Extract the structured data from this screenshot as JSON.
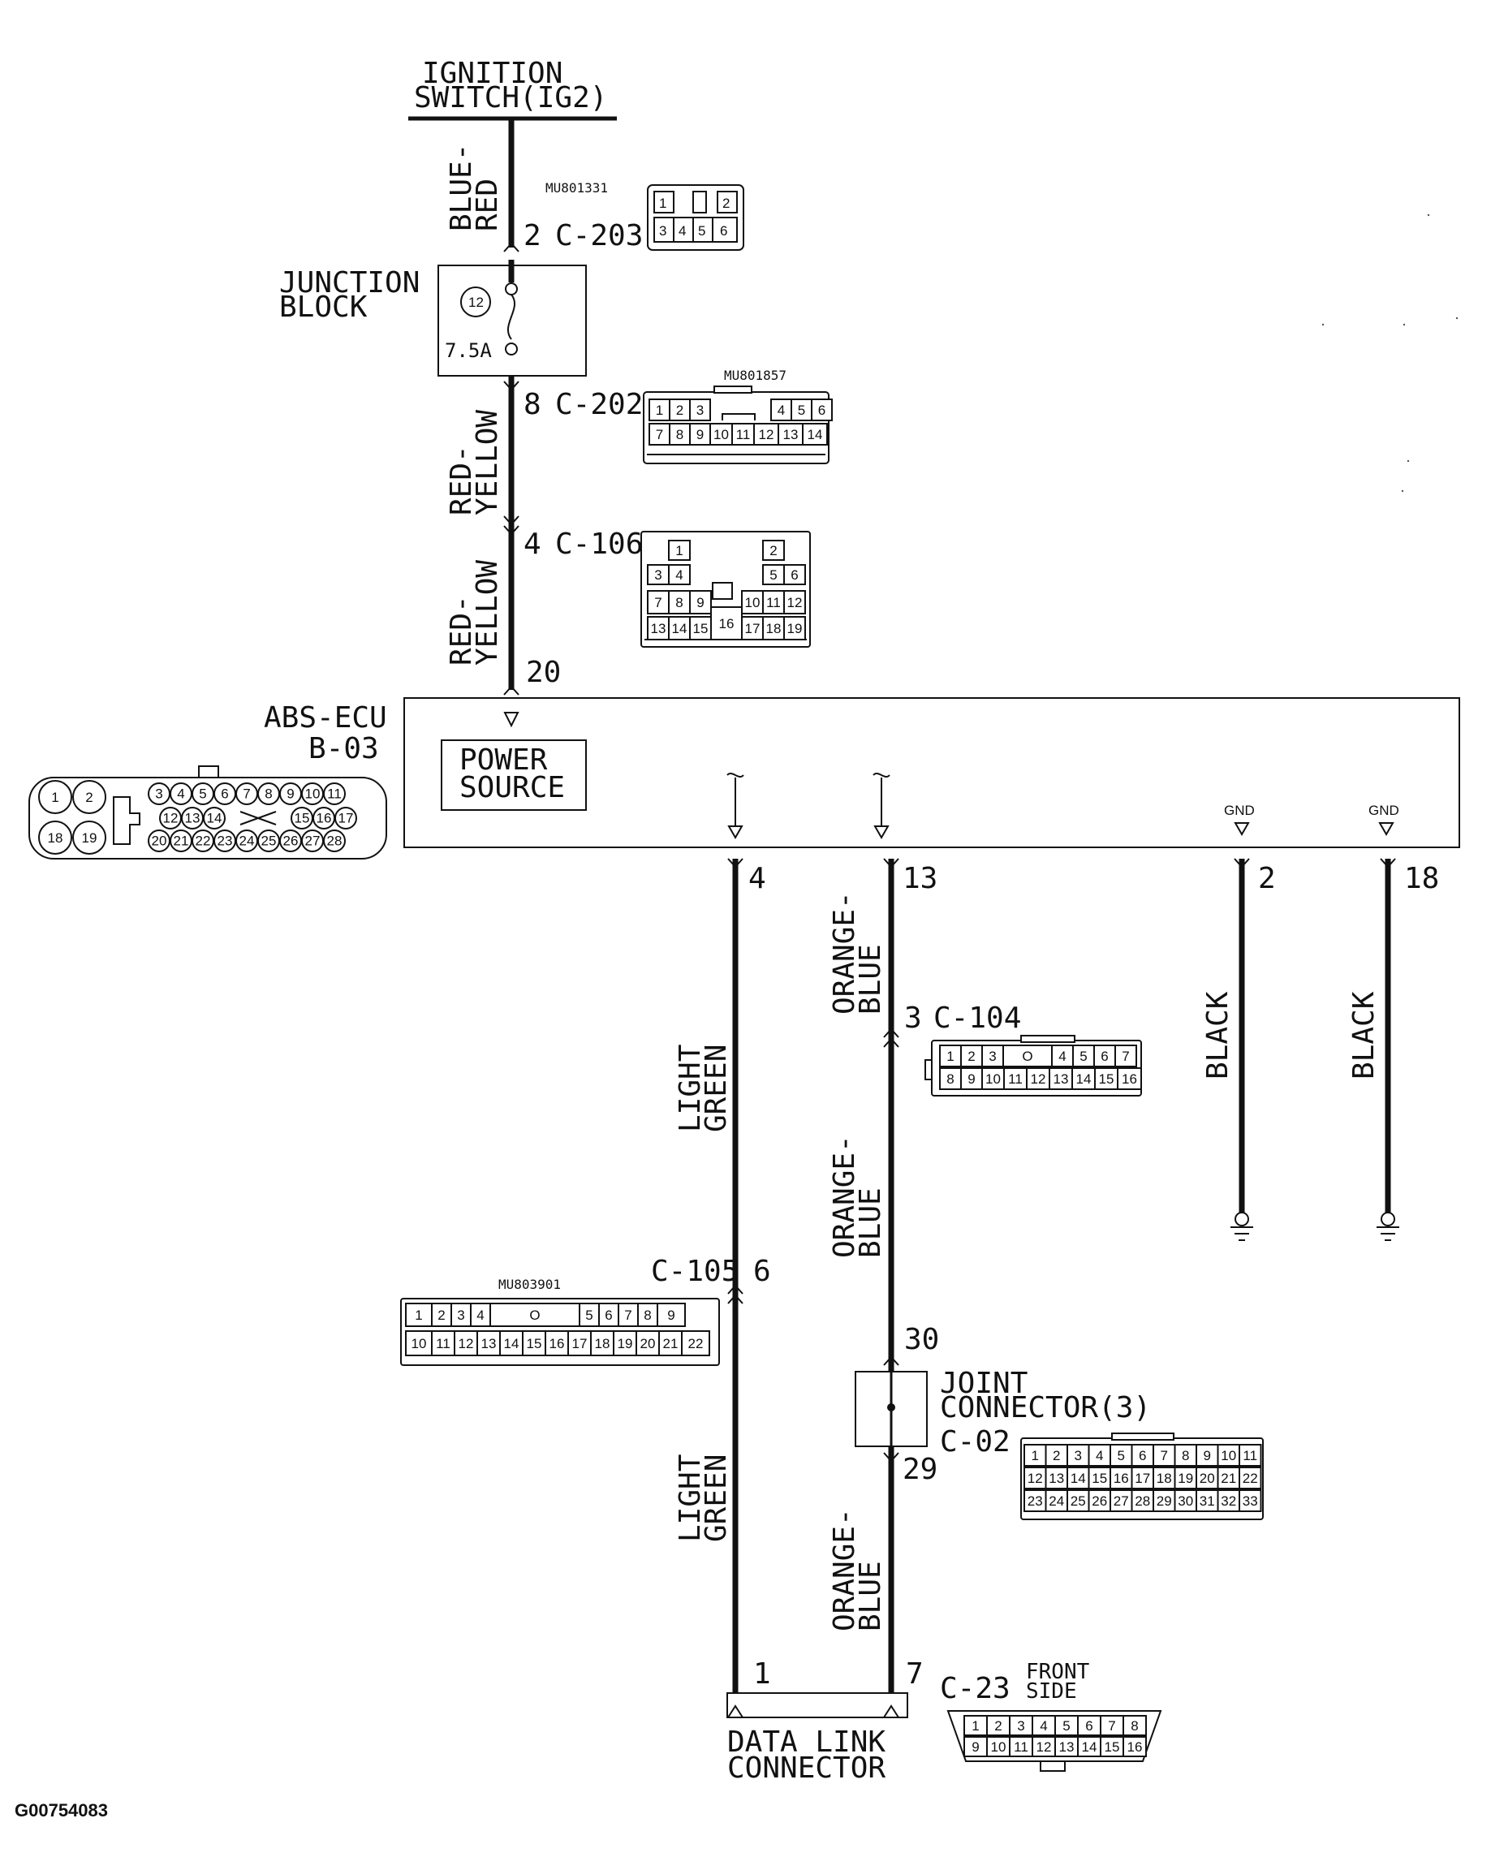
{
  "diagram": {
    "ignition": {
      "line1": "IGNITION",
      "line2": "SWITCH(IG2)"
    },
    "wires": {
      "blue_red": [
        "BLUE-",
        "RED"
      ],
      "red_yellow_1": [
        "RED-",
        "YELLOW"
      ],
      "red_yellow_2": [
        "RED-",
        "YELLOW"
      ],
      "light_green_1": [
        "LIGHT",
        "GREEN"
      ],
      "light_green_2": [
        "LIGHT",
        "GREEN"
      ],
      "orange_blue_1": [
        "ORANGE-",
        "BLUE"
      ],
      "orange_blue_2": [
        "ORANGE-",
        "BLUE"
      ],
      "orange_blue_3": [
        "ORANGE-",
        "BLUE"
      ],
      "black_1": "BLACK",
      "black_2": "BLACK"
    },
    "junction_block": {
      "line1": "JUNCTION",
      "line2": "BLOCK",
      "fuse_no": "12",
      "fuse_rating": "7.5A"
    },
    "ecu": {
      "name": "ABS-ECU",
      "code": "B-03",
      "power_line1": "POWER",
      "power_line2": "SOURCE",
      "gnd1": "GND",
      "gnd2": "GND"
    },
    "pins": {
      "c203": "2",
      "c202": "8",
      "c106": "4",
      "ecu_in": "20",
      "ecu_lg": "4",
      "ecu_ob": "13",
      "ecu_gnd1": "2",
      "ecu_gnd2": "18",
      "c104": "3",
      "c105": "6",
      "jc_in": "30",
      "jc_out": "29",
      "dlc_lg": "1",
      "dlc_ob": "7"
    },
    "connectors": {
      "c203": "C-203",
      "c202": "C-202",
      "c106": "C-106",
      "c104": "C-104",
      "c105": "C-105",
      "c02": "C-02",
      "c23": "C-23"
    },
    "part_numbers": {
      "p1": "MU801331",
      "p2": "MU801857",
      "p3": "MU803901"
    },
    "joint_connector": {
      "line1": "JOINT",
      "line2": "CONNECTOR(3)"
    },
    "dlc": {
      "line1": "DATA LINK",
      "line2": "CONNECTOR",
      "front1": "FRONT",
      "front2": "SIDE"
    },
    "figure_id": "G00754083"
  },
  "connector_pins": {
    "mu801331": {
      "top": [
        "1",
        "2"
      ],
      "bottom": [
        "3",
        "4",
        "5",
        "6"
      ]
    },
    "mu801857": {
      "top": [
        "1",
        "2",
        "3",
        "4",
        "5",
        "6"
      ],
      "bottom": [
        "7",
        "8",
        "9",
        "10",
        "11",
        "12",
        "13",
        "14"
      ]
    },
    "c106": {
      "r1": [
        "1",
        "2"
      ],
      "r2": [
        "3",
        "4",
        "5",
        "6"
      ],
      "r3": [
        "7",
        "8",
        "9",
        "10",
        "11",
        "12"
      ],
      "r4": [
        "13",
        "14",
        "15",
        "16",
        "17",
        "18",
        "19"
      ]
    },
    "b03": {
      "big": [
        "1",
        "2",
        "18",
        "19"
      ],
      "r1": [
        "3",
        "4",
        "5",
        "6",
        "7",
        "8",
        "9",
        "10",
        "11"
      ],
      "r2": [
        "12",
        "13",
        "14",
        "15",
        "16",
        "17"
      ],
      "r3": [
        "20",
        "21",
        "22",
        "23",
        "24",
        "25",
        "26",
        "27",
        "28"
      ]
    },
    "c104": {
      "top": [
        "1",
        "2",
        "3",
        "O",
        "4",
        "5",
        "6",
        "7"
      ],
      "bottom": [
        "8",
        "9",
        "10",
        "11",
        "12",
        "13",
        "14",
        "15",
        "16"
      ]
    },
    "mu803901": {
      "top": [
        "1",
        "2",
        "3",
        "4",
        "O",
        "5",
        "6",
        "7",
        "8",
        "9"
      ],
      "bottom": [
        "10",
        "11",
        "12",
        "13",
        "14",
        "15",
        "16",
        "17",
        "18",
        "19",
        "20",
        "21",
        "22"
      ]
    },
    "c02": {
      "r1": [
        "1",
        "2",
        "3",
        "4",
        "5",
        "6",
        "7",
        "8",
        "9",
        "10",
        "11"
      ],
      "r2": [
        "12",
        "13",
        "14",
        "15",
        "16",
        "17",
        "18",
        "19",
        "20",
        "21",
        "22"
      ],
      "r3": [
        "23",
        "24",
        "25",
        "26",
        "27",
        "28",
        "29",
        "30",
        "31",
        "32",
        "33"
      ]
    },
    "c23": {
      "top": [
        "1",
        "2",
        "3",
        "4",
        "5",
        "6",
        "7",
        "8"
      ],
      "bottom": [
        "9",
        "10",
        "11",
        "12",
        "13",
        "14",
        "15",
        "16"
      ]
    }
  }
}
